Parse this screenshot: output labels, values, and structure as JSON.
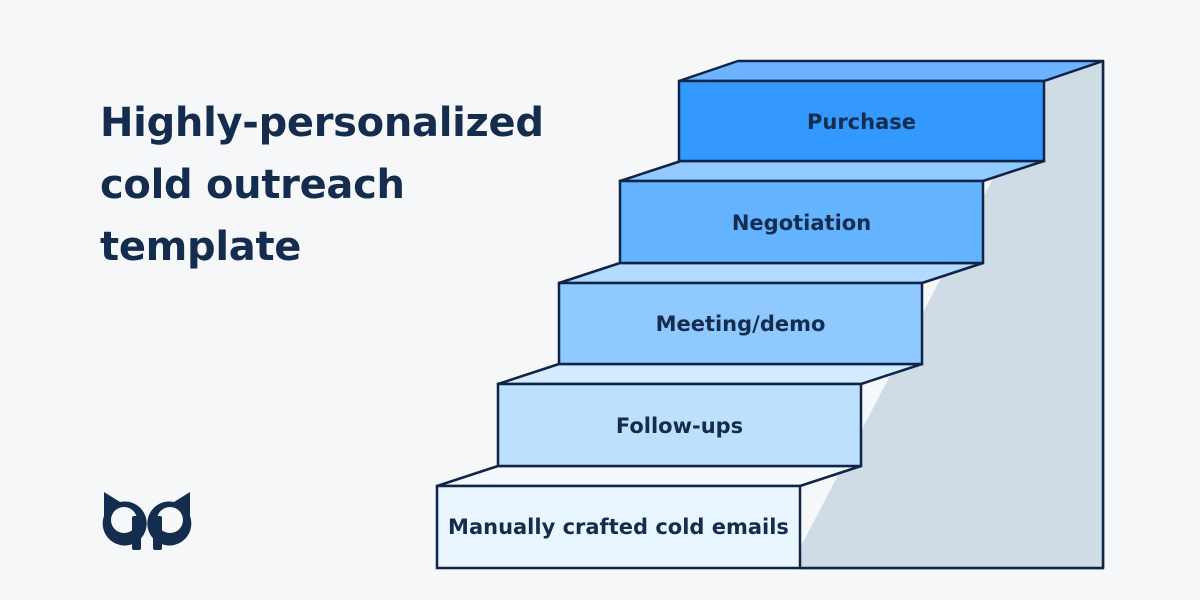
{
  "title": {
    "line1": "Highly-personalized",
    "line2": "cold outreach",
    "line3": "template"
  },
  "colors": {
    "background": "#f6f7f9",
    "title": "#142c4e",
    "outline": "#0f2548",
    "wall": "#cfdbe5"
  },
  "logo": {
    "icon": "owl-eyes-logo-icon"
  },
  "steps": [
    {
      "label": "Manually crafted cold emails",
      "front": "#e9f5ff",
      "top": "#f3f9ff"
    },
    {
      "label": "Follow-ups",
      "front": "#bde0ff",
      "top": "#d5ebff"
    },
    {
      "label": "Meeting/demo",
      "front": "#8fc9ff",
      "top": "#b3daff"
    },
    {
      "label": "Negotiation",
      "front": "#63b3ff",
      "top": "#92c9ff"
    },
    {
      "label": "Purchase",
      "front": "#3399ff",
      "top": "#6cb4ff"
    }
  ]
}
